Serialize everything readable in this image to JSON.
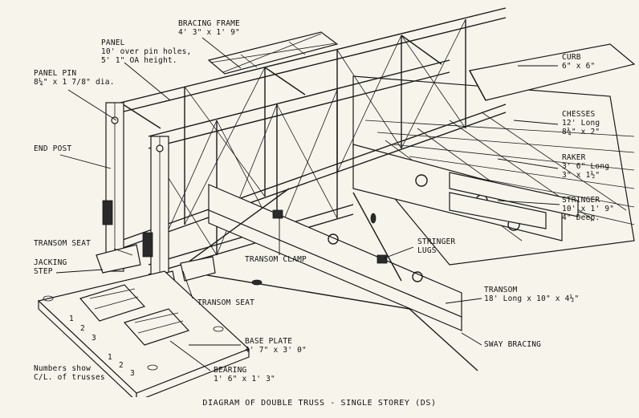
{
  "caption": "DIAGRAM OF DOUBLE TRUSS - SINGLE STOREY (DS)",
  "labels": {
    "bracing_frame": "BRACING FRAME\n4' 3\" x 1' 9\"",
    "panel": "PANEL\n10' over pin holes,\n5' 1\" OA height.",
    "panel_pin": "PANEL PIN\n8¼\" x 1 7/8\" dia.",
    "curb": "CURB\n6\" x 6\"",
    "chesses": "CHESSES\n12' Long\n8¾\" x 2\"",
    "end_post": "END POST",
    "raker": "RAKER\n3' 6\" Long\n3\" x 1½\"",
    "stringer": "STRINGER\n10' x 1' 9\"\n4\" Deep.",
    "transom_seat_top": "TRANSOM SEAT",
    "jacking_step": "JACKING\nSTEP",
    "transom_clamp": "TRANSOM CLAMP",
    "stringer_lugs": "STRINGER\nLUGS",
    "transom": "TRANSOM\n18' Long x 10\" x 4½\"",
    "transom_seat_bottom": "TRANSOM SEAT",
    "sway_bracing": "SWAY BRACING",
    "base_plate": "BASE PLATE\n4' 7\" x 3' 0\"",
    "bearing": "BEARING\n1' 6\" x 1' 3\"",
    "numbers_note": "Numbers show\nC/L. of trusses"
  },
  "base_plate_numbers": [
    "1",
    "2",
    "3",
    "1",
    "2",
    "3"
  ]
}
